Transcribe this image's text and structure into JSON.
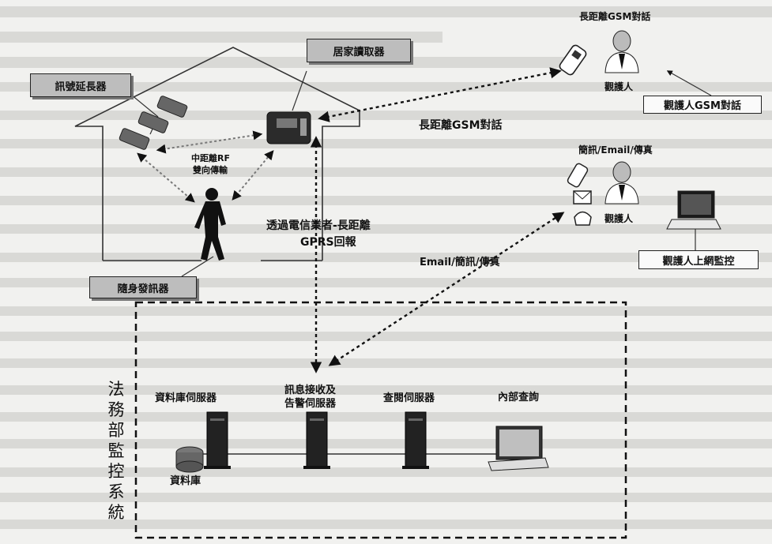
{
  "labels": {
    "signal_extender": "訊號延長器",
    "home_reader": "居家讀取器",
    "mid_range_rf": "中距離RF",
    "bidirectional": "雙向傳輸",
    "wearable": "隨身發訊器",
    "telecom_line1": "透過電信業者-長距離",
    "telecom_line2": "GPRS回報",
    "long_gsm_top": "長距離GSM對話",
    "long_gsm_mid": "長距離GSM對話",
    "observer1": "觀護人",
    "observer_gsm": "觀護人GSM對話",
    "sms_email_fax": "簡訊/Email/傳真",
    "observer2": "觀護人",
    "observer_online": "觀護人上網監控",
    "email_sms_fax": "Email/簡訊/傳真",
    "system_title": "法務部監控系統",
    "db_server": "資料庫伺服器",
    "msg_server_1": "訊息接收及",
    "msg_server_2": "告警伺服器",
    "query_server": "查閱伺服器",
    "internal_query": "內部查詢",
    "database": "資料庫"
  },
  "colors": {
    "label_box_gray": "#bdbdbd",
    "line": "#333333"
  },
  "icons": [
    "phone-icon",
    "person-icon",
    "reader-icon",
    "extender-icon",
    "walking-person-icon",
    "envelope-icon",
    "laptop-icon",
    "server-icon",
    "database-icon",
    "monitor-icon"
  ]
}
